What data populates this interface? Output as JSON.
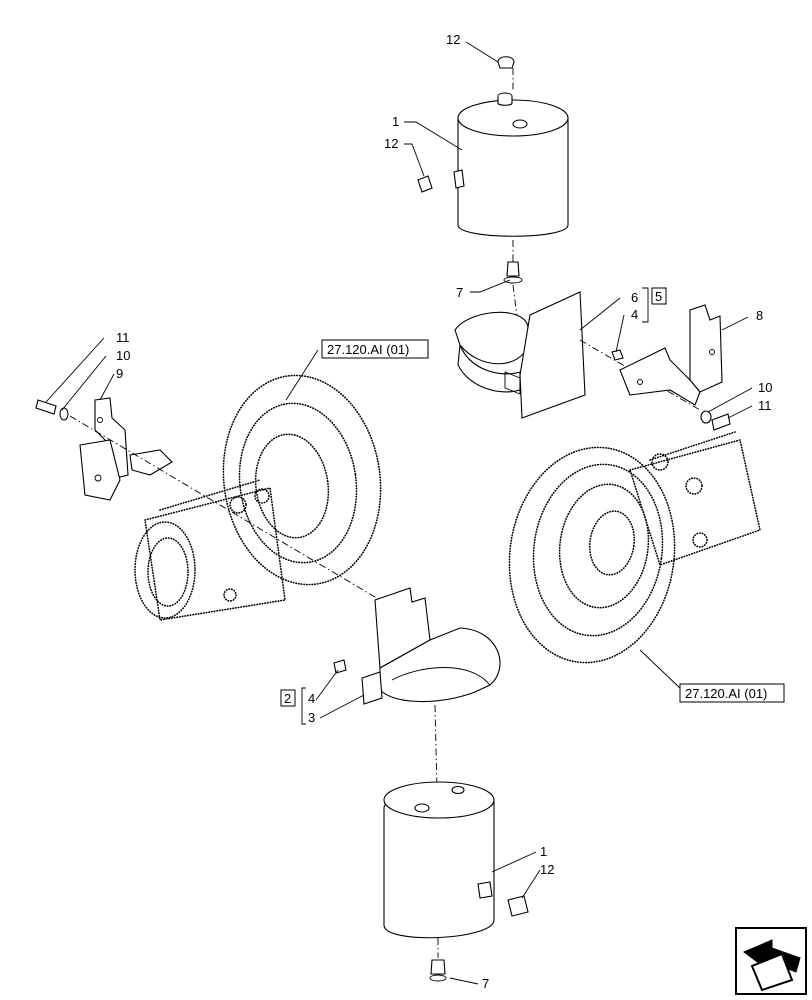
{
  "callouts": {
    "c12_top": "12",
    "c1_top": "1",
    "c12_tank_top": "12",
    "c7_top": "7",
    "c6": "6",
    "c4_right": "4",
    "c5_box": "5",
    "c8": "8",
    "c11_left": "11",
    "c10_left": "10",
    "c9": "9",
    "c10_right": "10",
    "c11_right": "11",
    "c2_box": "2",
    "c4_left": "4",
    "c3": "3",
    "c1_bottom": "1",
    "c12_bottom": "12",
    "c7_bottom": "7"
  },
  "references": {
    "ref_left": "27.120.AI (01)",
    "ref_right": "27.120.AI (01)"
  },
  "nav_icon": "arrow-navigation-icon"
}
